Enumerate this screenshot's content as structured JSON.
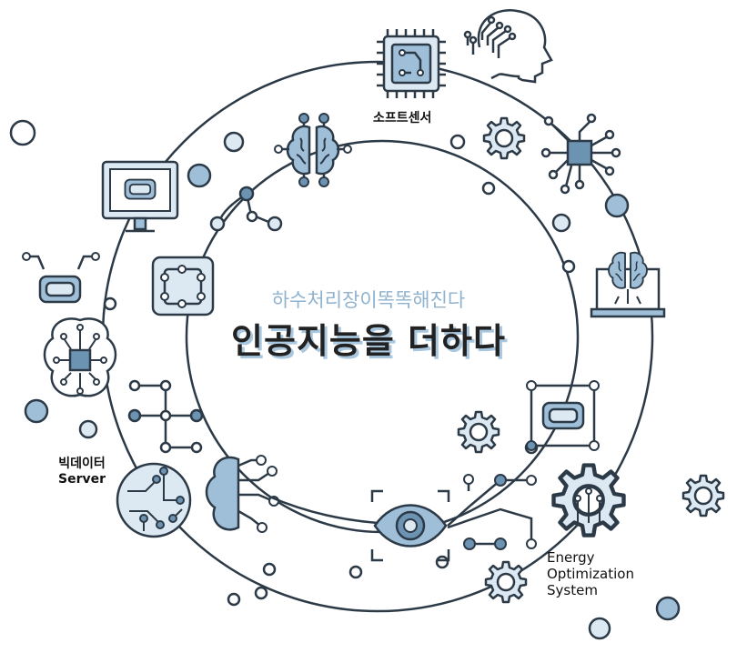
{
  "labels": {
    "sensor": "소프트센서",
    "bigdata_line1": "빅데이터",
    "bigdata_line2": "Server",
    "energy_line1": "Energy",
    "energy_line2": "Optimization",
    "energy_line3": "System"
  },
  "center": {
    "subtitle": "하수처리장이똑똑해진다",
    "title": "인공지능을 더하다"
  },
  "colors": {
    "stroke": "#2c3a47",
    "fill_light": "#dce9f3",
    "fill_mid": "#9fbfd8",
    "fill_dark": "#6d93b3",
    "title_shadow": "#a9c8df"
  },
  "icons": [
    "chip-icon",
    "head-circuit-icon",
    "brain-icon",
    "gear-icon",
    "network-chip-icon",
    "laptop-brain-icon",
    "monitor-robot-icon",
    "vr-headset-icon",
    "brain-chip-icon",
    "circuit-node-icon",
    "globe-circuit-icon",
    "brain-half-icon",
    "eye-scan-icon"
  ]
}
